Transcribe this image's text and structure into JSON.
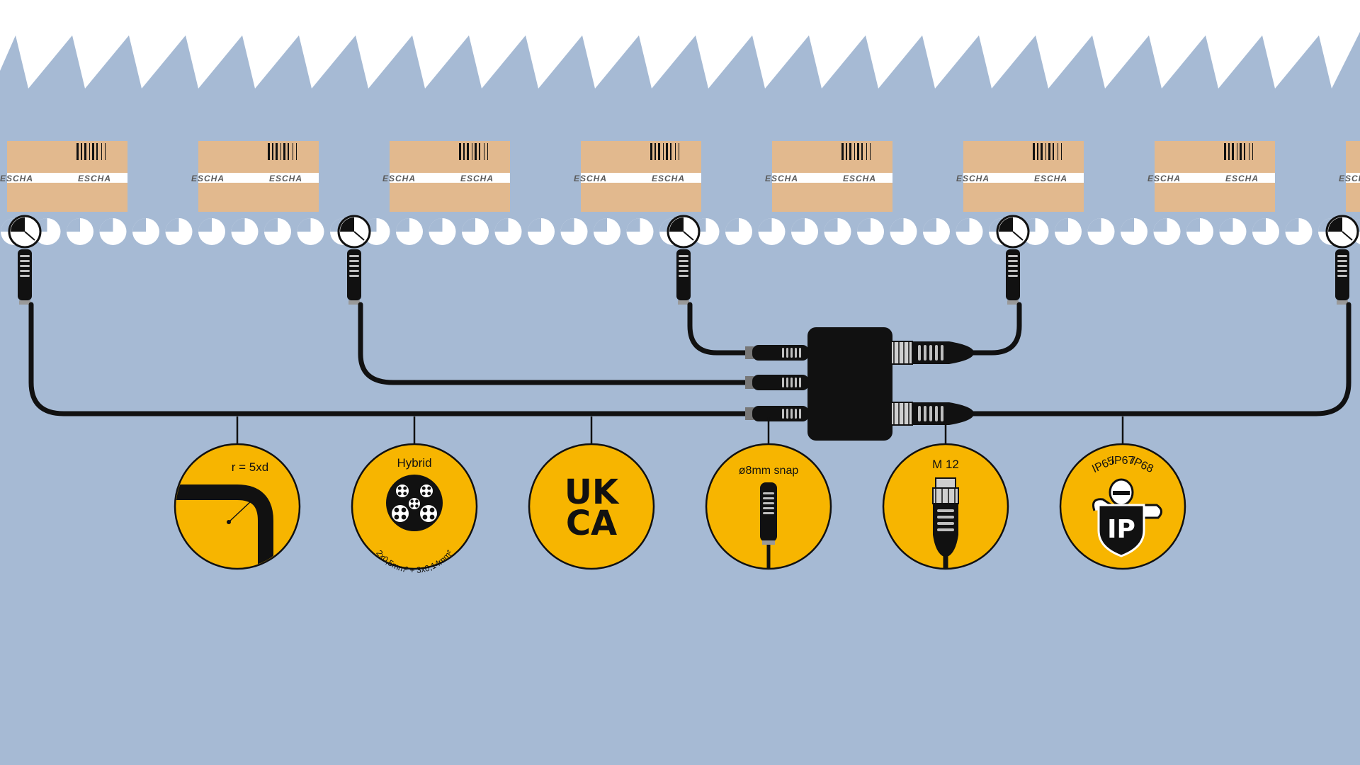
{
  "colors": {
    "background": "#a6bad4",
    "badge": "#f7b500",
    "box": "#e2b98e",
    "cable": "#111111"
  },
  "boxes": {
    "brand": "ESCHA",
    "count": 8
  },
  "badges": [
    {
      "id": "bend-radius",
      "icon": "bend-radius-icon",
      "label": "r = 5xd"
    },
    {
      "id": "hybrid",
      "icon": "hybrid-cross-section-icon",
      "label": "Hybrid",
      "sublabel": "2x0,5mm² + 3x0,14mm²"
    },
    {
      "id": "ukca",
      "icon": "ukca-mark-icon",
      "label": "UK",
      "label2": "CA"
    },
    {
      "id": "snap",
      "icon": "snap-connector-icon",
      "label": "ø8mm snap"
    },
    {
      "id": "m12",
      "icon": "m12-connector-icon",
      "label": "M 12"
    },
    {
      "id": "ip",
      "icon": "ip-shield-icon",
      "label": "IP",
      "ratings": [
        "IP65",
        "IP67",
        "IP68"
      ]
    }
  ]
}
